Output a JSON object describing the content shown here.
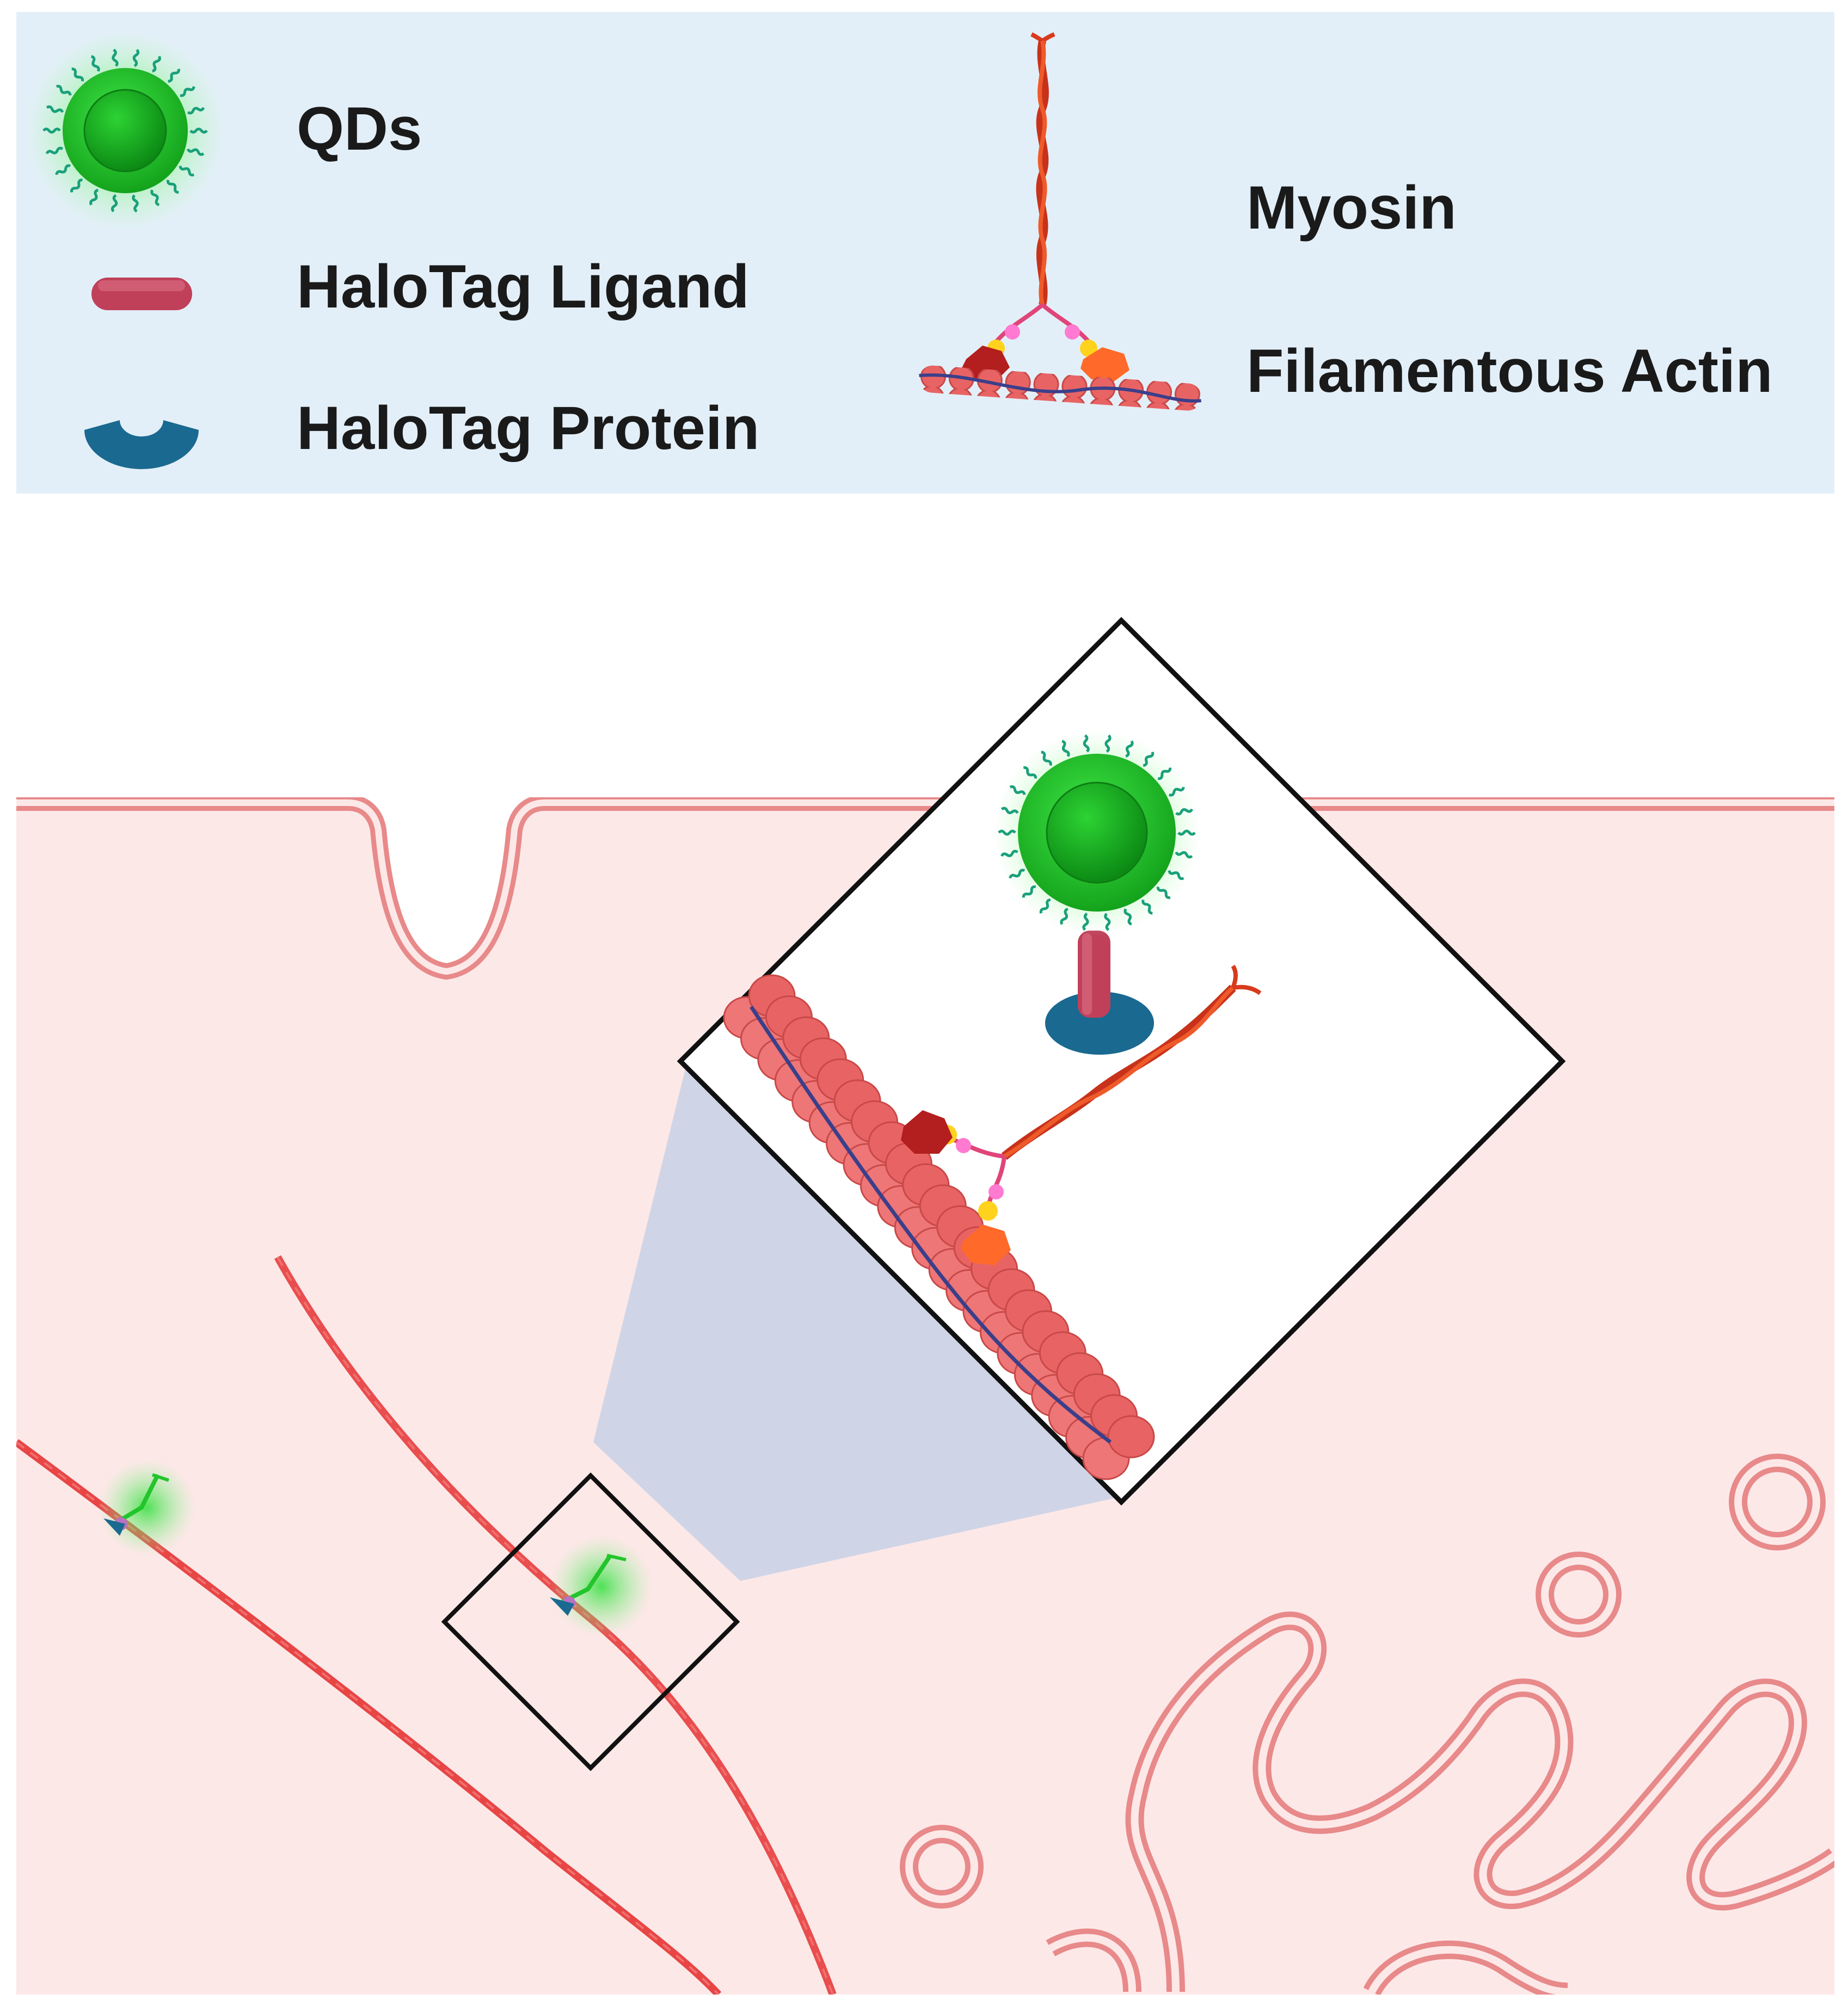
{
  "legend": {
    "items": [
      {
        "label": "QDs",
        "icon": "quantum-dot-icon"
      },
      {
        "label": "HaloTag Ligand",
        "icon": "halotag-ligand-icon"
      },
      {
        "label": "HaloTag Protein",
        "icon": "halotag-protein-icon"
      },
      {
        "label": "Myosin",
        "icon": "myosin-icon"
      },
      {
        "label": "Filamentous Actin",
        "icon": "actin-filament-icon"
      }
    ]
  },
  "colors": {
    "legend_background": "#e3eff8",
    "cell_background": "#fde8e8",
    "membrane": "#e8898a",
    "qd_core": "#22c52b",
    "qd_glow": "#79f07f",
    "ligand": "#c0405a",
    "halotag_protein": "#1a6990",
    "actin": "#e05656",
    "actin_strand": "#3b3f8a",
    "zoom_cone": "#cad3e6",
    "myosin_heads": [
      "#b31e1e",
      "#ff6a2a"
    ],
    "myosin_tail": "#d83b1c"
  }
}
